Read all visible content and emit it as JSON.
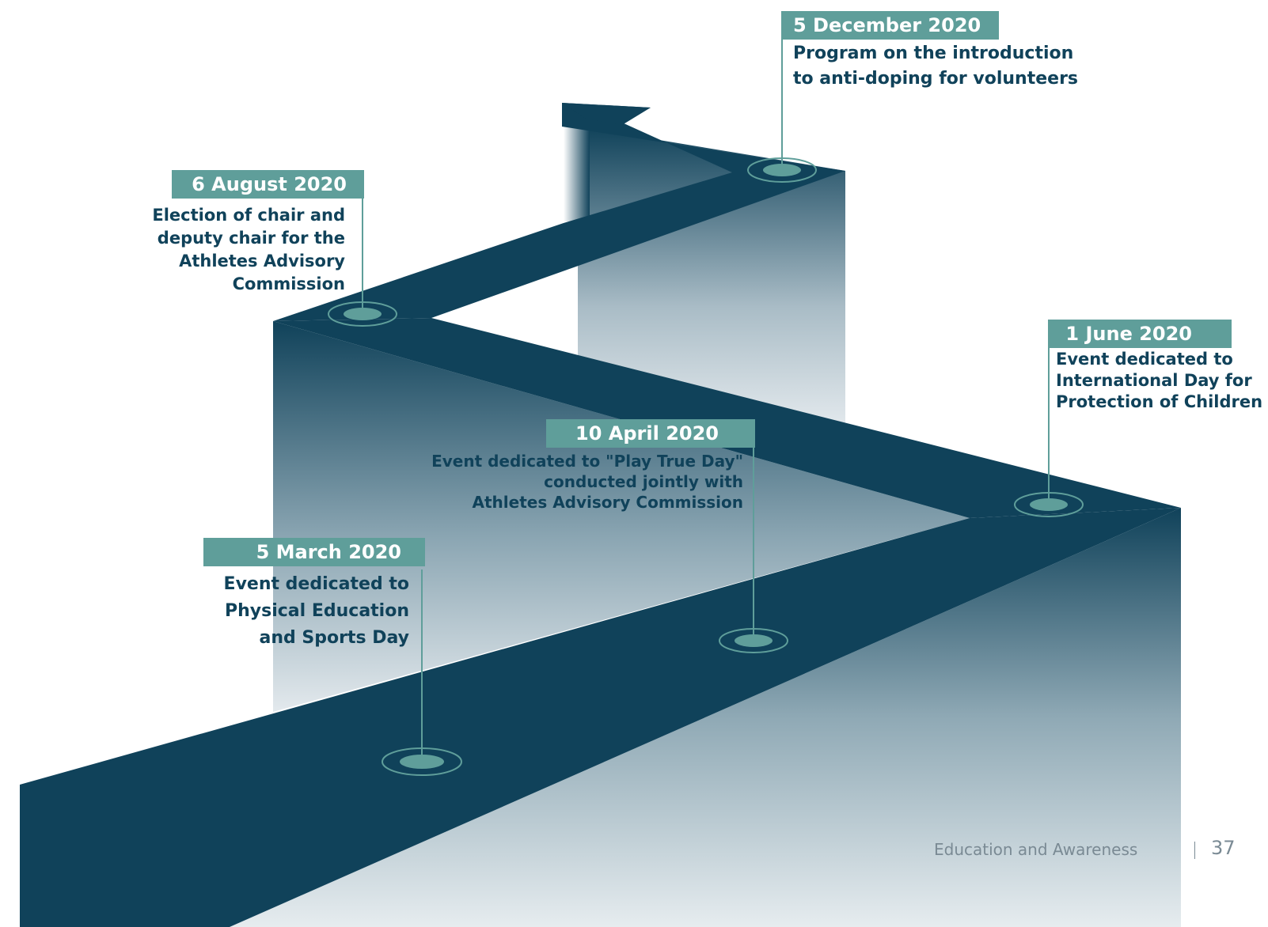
{
  "milestones": [
    {
      "date": "5 March 2020",
      "lines": [
        "Event dedicated to",
        "Physical Education",
        "and Sports Day"
      ]
    },
    {
      "date": "10 April 2020",
      "lines": [
        "Event dedicated to \"Play True Day\"",
        "conducted jointly with",
        "Athletes Advisory Commission"
      ]
    },
    {
      "date": "1 June 2020",
      "lines": [
        "Event dedicated to",
        "International Day for",
        "Protection of Children"
      ]
    },
    {
      "date": "6 August 2020",
      "lines": [
        "Election of chair and",
        "deputy chair for the",
        "Athletes Advisory",
        "Commission"
      ]
    },
    {
      "date": "5 December 2020",
      "lines": [
        "Program on the introduction",
        "to anti-doping for volunteers"
      ]
    }
  ],
  "footer": {
    "section": "Education and Awareness",
    "page": "37"
  },
  "colors": {
    "path": "#10425a",
    "accent": "#5f9e9a",
    "text": "#10425a"
  }
}
